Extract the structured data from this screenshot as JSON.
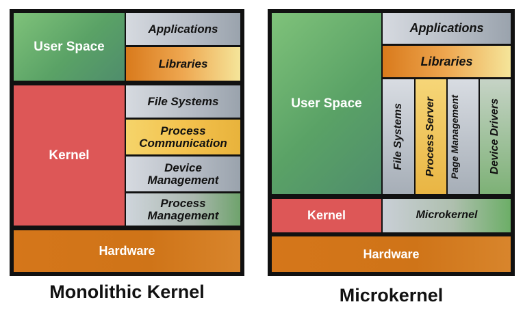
{
  "monolithic": {
    "caption": "Monolithic Kernel",
    "user_space": "User Space",
    "applications": "Applications",
    "libraries": "Libraries",
    "kernel": "Kernel",
    "file_systems": "File Systems",
    "process_communication": "Process Communication",
    "device_management": "Device Management",
    "process_management": "Process Management",
    "hardware": "Hardware"
  },
  "microkernel": {
    "caption": "Microkernel",
    "user_space": "User Space",
    "applications": "Applications",
    "libraries": "Libraries",
    "file_systems": "File Systems",
    "process_server": "Process Server",
    "page_management": "Page Management",
    "device_drivers": "Device Drivers",
    "kernel": "Kernel",
    "microkernel_label": "Microkernel",
    "hardware": "Hardware"
  },
  "colors": {
    "user_space": "#5aa266",
    "kernel": "#dd5757",
    "hardware": "#d5761a",
    "libraries": "#eea750",
    "frame": "#111111"
  }
}
